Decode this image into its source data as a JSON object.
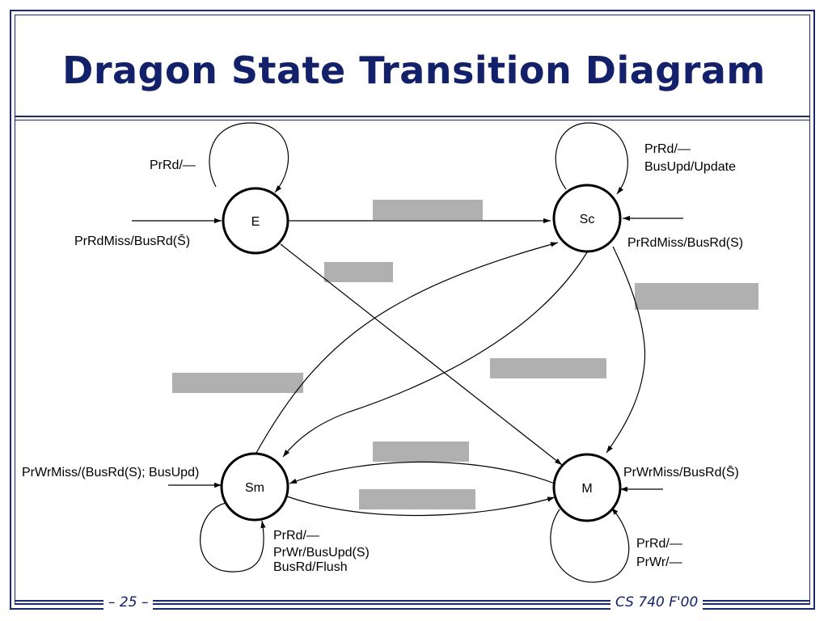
{
  "slide": {
    "title": "Dragon State Transition Diagram",
    "page": "– 25 –",
    "course": "CS 740 F'00",
    "colors": {
      "frame": "#1a2a6c",
      "title": "#13206a",
      "redaction": "#b0b0b0"
    }
  },
  "diagram": {
    "states": [
      {
        "id": "E",
        "label": "E"
      },
      {
        "id": "Sc",
        "label": "Sc"
      },
      {
        "id": "Sm",
        "label": "Sm"
      },
      {
        "id": "M",
        "label": "M"
      }
    ],
    "labels": {
      "e_self": "PrRd/—",
      "e_entry": "PrRdMiss/BusRd(S̄)",
      "sc_self_1": "PrRd/—",
      "sc_self_2": "BusUpd/Update",
      "sc_entry": "PrRdMiss/BusRd(S)",
      "sm_entry": "PrWrMiss/(BusRd(S); BusUpd)",
      "sm_self_1": "PrRd/—",
      "sm_self_2": "PrWr/BusUpd(S)",
      "sm_self_3": "BusRd/Flush",
      "m_entry": "PrWrMiss/BusRd(S̄)",
      "m_self_1": "PrRd/—",
      "m_self_2": "PrWr/—"
    }
  }
}
